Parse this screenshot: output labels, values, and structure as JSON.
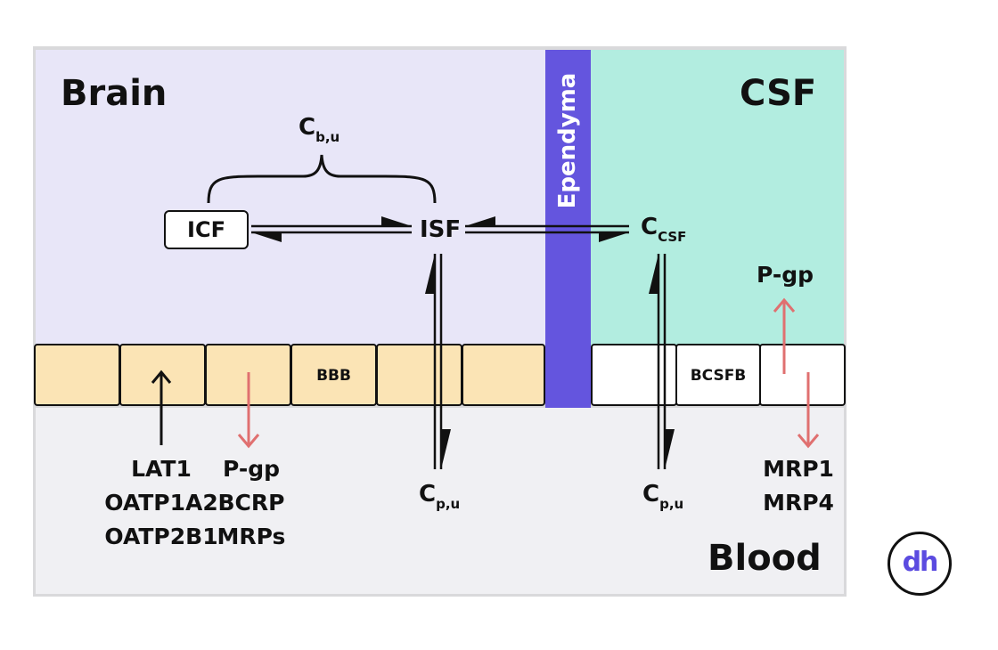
{
  "regions": {
    "brain": "Brain",
    "csf": "CSF",
    "ependyma": "Ependyma",
    "blood": "Blood"
  },
  "compartments": {
    "cbu_main": "C",
    "cbu_sub": "b,u",
    "icf": "ICF",
    "isf": "ISF",
    "ccsf_main": "C",
    "ccsf_sub": "CSF",
    "cpu_main": "C",
    "cpu_sub": "p,u"
  },
  "barriers": {
    "bbb": "BBB",
    "bcsfb": "BCSFB"
  },
  "transporters": {
    "influx": [
      "LAT1",
      "OATP1A2",
      "OATP2B1"
    ],
    "bbb_efflux": [
      "P-gp",
      "BCRP",
      "MRPs"
    ],
    "csf_efflux": "P-gp",
    "blood_efflux": [
      "MRP1",
      "MRP4"
    ]
  },
  "logo_text": "dh",
  "colors": {
    "brain": "#e8e6f8",
    "csf": "#b2ede0",
    "ependyma": "#6455de",
    "blood": "#f0f0f3",
    "bbb_cell": "#fbe4b5",
    "efflux_arrow": "#e07070"
  }
}
